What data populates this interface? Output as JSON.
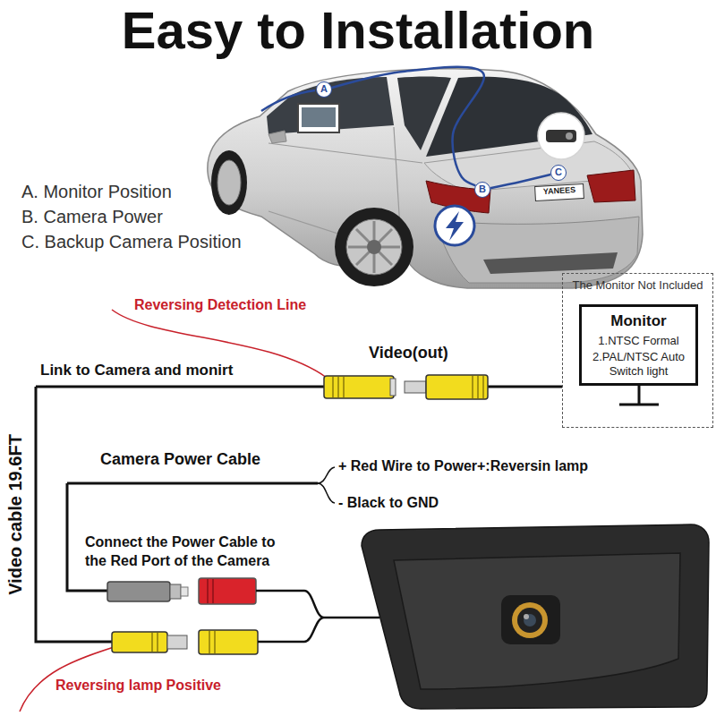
{
  "diagram": {
    "title": "Easy to Installation",
    "nodes": [
      {
        "text": [
          "A"
        ]
      },
      {
        "text": [
          "B"
        ]
      },
      {
        "text": [
          "C"
        ]
      },
      {
        "text": [
          "The Monitor Not Included"
        ]
      },
      {
        "text": [
          "Monitor",
          "1.NTSC Formal",
          "2.PAL/NTSC Auto Switch light"
        ],
        "in": 3
      }
    ],
    "edges": [
      {
        "from": 0,
        "to": 1,
        "arrow": "none"
      },
      {
        "from": 1,
        "to": 2,
        "arrow": "none"
      }
    ],
    "labels": [
      "A. Monitor Position",
      "B. Camera Power",
      "C. Backup Camera Position",
      "YANEES",
      "Reversing Detection Line",
      "Video(out)",
      "Link to Camera and monirt",
      "Video cable 19.6FT",
      "Camera Power Cable",
      "+ Red Wire to Power+:Reversin lamp",
      "- Black to GND",
      "Connect the Power Cable to the Red Port of the Camera",
      "Reversing lamp Positive"
    ]
  }
}
